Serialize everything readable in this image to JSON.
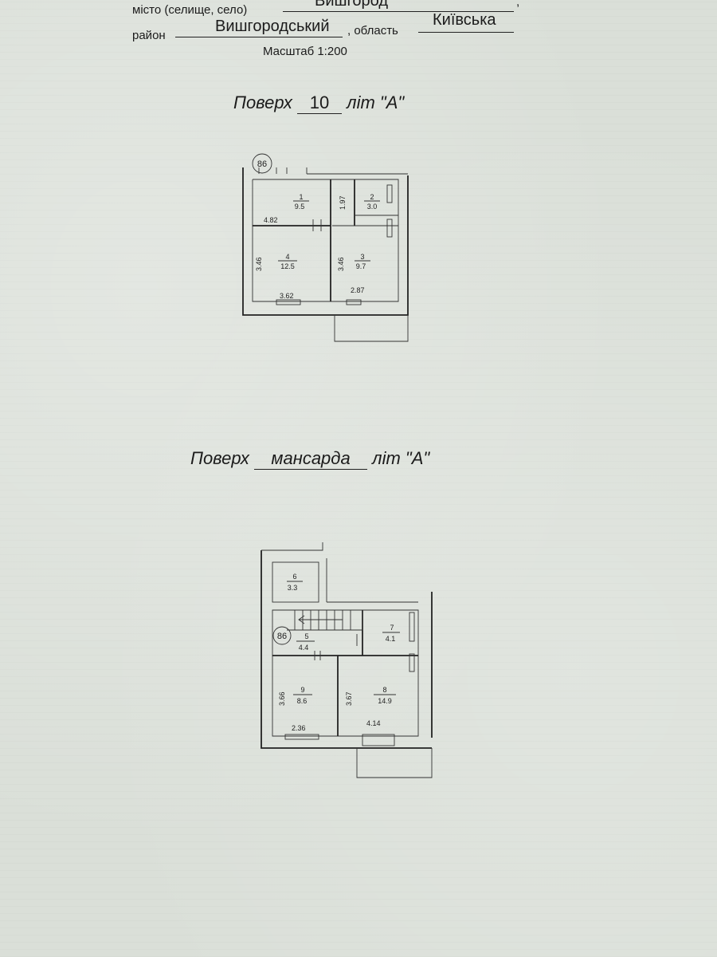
{
  "header": {
    "city_label": "місто (селище, село)",
    "city_value": "Вишгород",
    "district_label": "район",
    "district_value": "Вишгородський",
    "region_label": ", область",
    "region_value": "Київська",
    "scale": "Масштаб  1:200"
  },
  "floor1": {
    "prefix": "Поверх",
    "number": "10",
    "suffix": "літ \"А\"",
    "apt_number": "86",
    "rooms": [
      {
        "no": "1",
        "area": "9.5"
      },
      {
        "no": "2",
        "area": "3.0"
      },
      {
        "no": "3",
        "area": "9.7"
      },
      {
        "no": "4",
        "area": "12.5"
      }
    ],
    "dims": {
      "d1": "4.82",
      "d2": "1.97",
      "d3": "3.46",
      "d4": "3.46",
      "d5": "3.62",
      "d6": "2.87"
    }
  },
  "floor2": {
    "prefix": "Поверх",
    "number": "мансарда",
    "suffix": "літ \"А\"",
    "apt_number": "86",
    "rooms": [
      {
        "no": "6",
        "area": "3.3"
      },
      {
        "no": "5",
        "area": "4.4"
      },
      {
        "no": "7",
        "area": "4.1"
      },
      {
        "no": "9",
        "area": "8.6"
      },
      {
        "no": "8",
        "area": "14.9"
      }
    ],
    "dims": {
      "d1": "3.66",
      "d2": "3.67",
      "d3": "2.36",
      "d4": "4.14"
    }
  }
}
